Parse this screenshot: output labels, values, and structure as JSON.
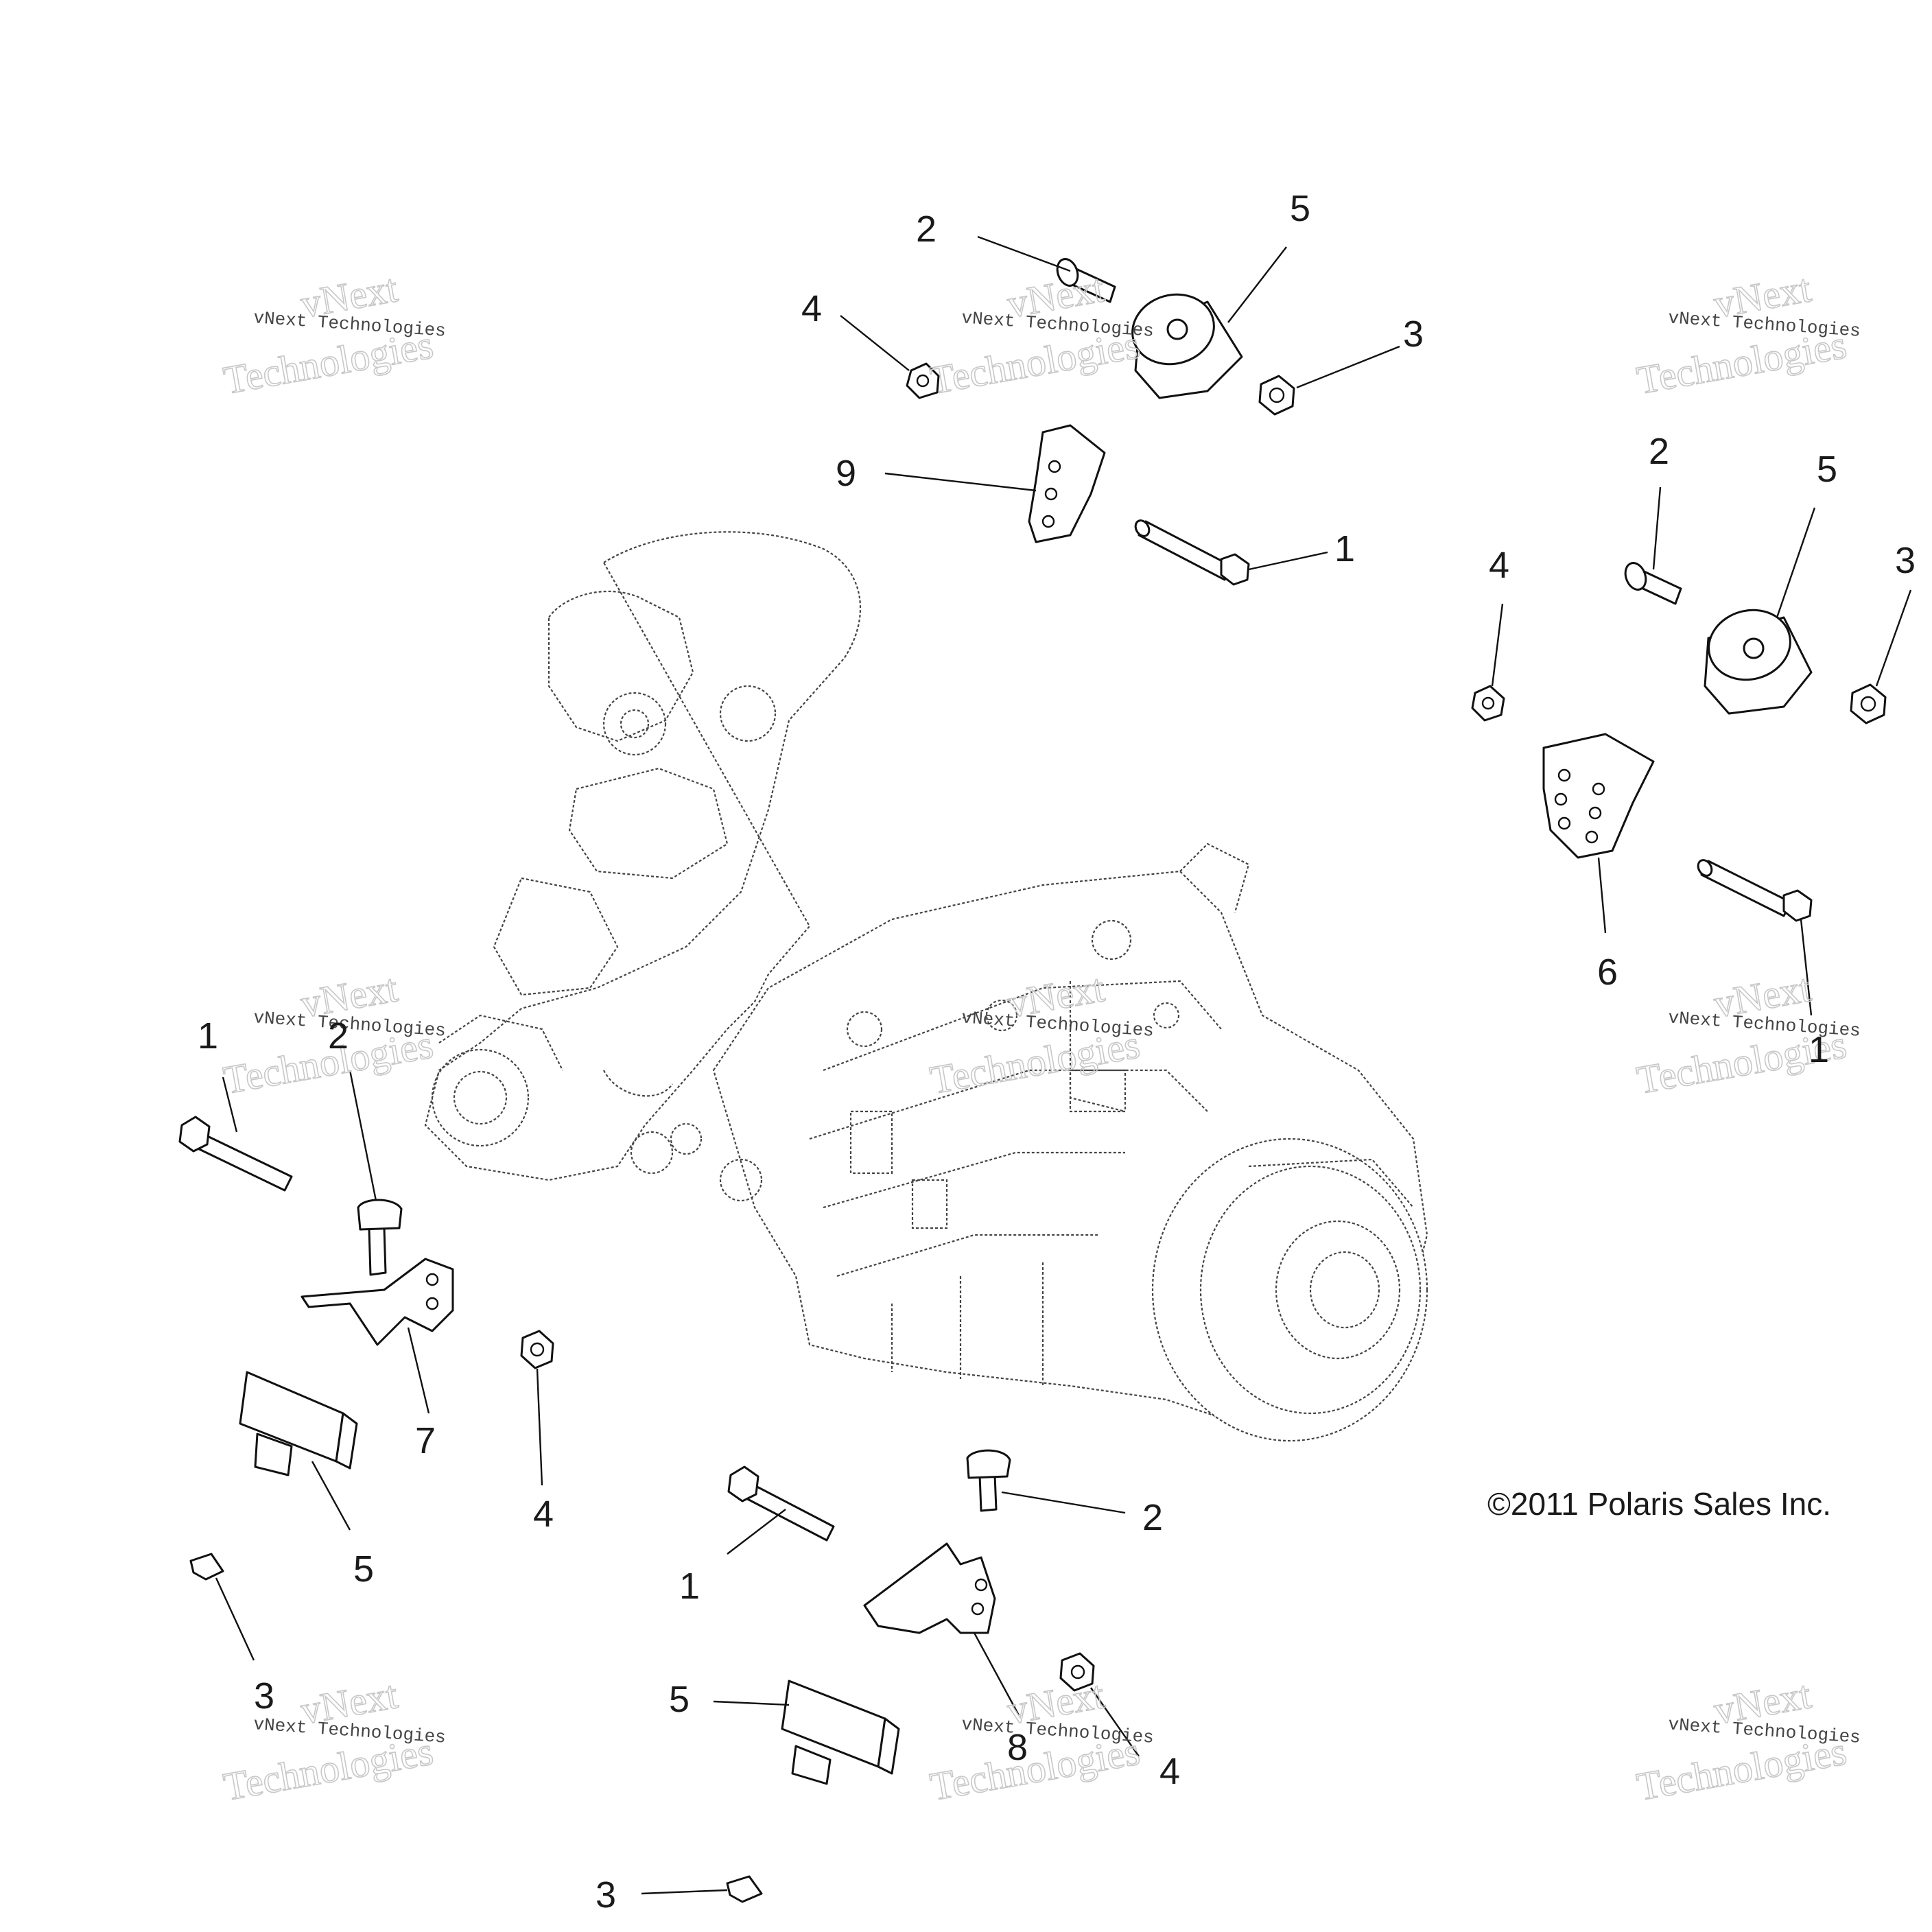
{
  "diagram": {
    "copyright": "©2011 Polaris Sales Inc.",
    "watermark": {
      "small": "vNext Technologies",
      "outline_top": "vNext",
      "outline_bottom": "Technologies"
    },
    "callouts": {
      "tr_2": "2",
      "tr_5": "5",
      "tr_4": "4",
      "tr_3": "3",
      "tr_9": "9",
      "tr_1": "1",
      "r_2": "2",
      "r_5": "5",
      "r_4": "4",
      "r_3": "3",
      "r_6": "6",
      "r_1": "1",
      "l_1": "1",
      "l_2": "2",
      "l_7": "7",
      "l_4": "4",
      "l_5": "5",
      "l_3": "3",
      "b_1": "1",
      "b_2": "2",
      "b_5": "5",
      "b_8": "8",
      "b_4": "4",
      "b_3": "3"
    }
  }
}
